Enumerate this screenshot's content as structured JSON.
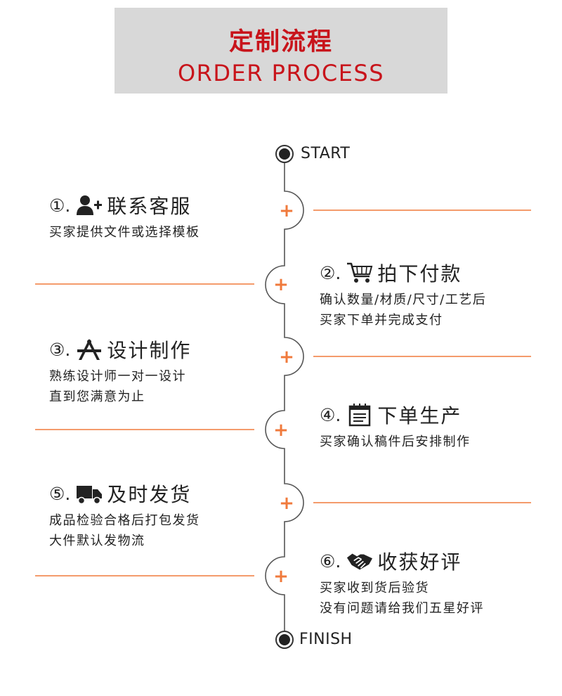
{
  "header": {
    "title_cn": "定制流程",
    "title_en": "ORDER PROCESS"
  },
  "timeline": {
    "start_label": "START",
    "finish_label": "FINISH",
    "plus_symbol": "+"
  },
  "colors": {
    "accent": "#c8141b",
    "orange": "#f07a3c",
    "line": "#555555"
  },
  "steps": [
    {
      "num": "①.",
      "title": "联系客服",
      "icon": "add-user-icon",
      "desc": [
        "买家提供文件或选择模板"
      ]
    },
    {
      "num": "②.",
      "title": "拍下付款",
      "icon": "shopping-cart-icon",
      "desc": [
        "确认数量/材质/尺寸/工艺后",
        "买家下单并完成支付"
      ]
    },
    {
      "num": "③.",
      "title": "设计制作",
      "icon": "design-tools-icon",
      "desc": [
        "熟练设计师一对一设计",
        "直到您满意为止"
      ]
    },
    {
      "num": "④.",
      "title": "下单生产",
      "icon": "notepad-icon",
      "desc": [
        "买家确认稿件后安排制作"
      ]
    },
    {
      "num": "⑤.",
      "title": "及时发货",
      "icon": "delivery-truck-icon",
      "desc": [
        "成品检验合格后打包发货",
        "大件默认发物流"
      ]
    },
    {
      "num": "⑥.",
      "title": "收获好评",
      "icon": "handshake-icon",
      "desc": [
        "买家收到货后验货",
        "没有问题请给我们五星好评"
      ]
    }
  ]
}
